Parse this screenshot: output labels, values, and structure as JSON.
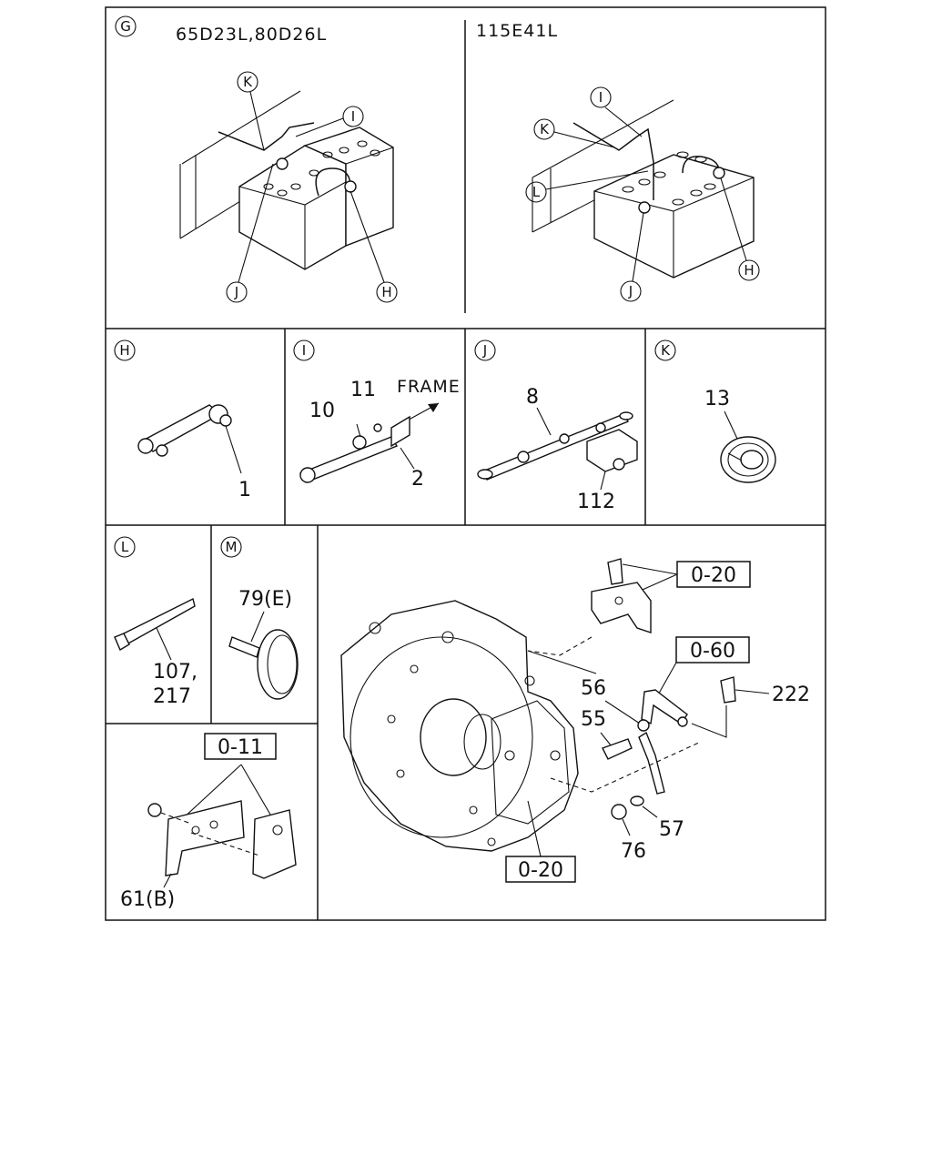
{
  "panel_g": {
    "id": "G",
    "variant_left": "65D23L,80D26L",
    "variant_right": "115E41L",
    "left_callouts": [
      "K",
      "I",
      "J",
      "H"
    ],
    "right_callouts": [
      "I",
      "K",
      "L",
      "J",
      "H"
    ]
  },
  "panel_h": {
    "id": "H",
    "parts": [
      "1"
    ]
  },
  "panel_i": {
    "id": "I",
    "parts": [
      "10",
      "11",
      "2"
    ],
    "note": "FRAME"
  },
  "panel_j": {
    "id": "J",
    "parts": [
      "8",
      "112"
    ]
  },
  "panel_k": {
    "id": "K",
    "parts": [
      "13"
    ]
  },
  "panel_l": {
    "id": "L",
    "parts": [
      "107,",
      "217"
    ]
  },
  "panel_m": {
    "id": "M",
    "parts": [
      "79(E)"
    ]
  },
  "panel_bracket": {
    "ref": "0-11",
    "parts": [
      "61(B)"
    ]
  },
  "panel_trans": {
    "refs": [
      "0-20",
      "0-60",
      "0-20"
    ],
    "parts": [
      "222",
      "56",
      "55",
      "57",
      "76"
    ]
  },
  "icons": [
    "callout-circle-icon",
    "arrow-right-icon"
  ]
}
